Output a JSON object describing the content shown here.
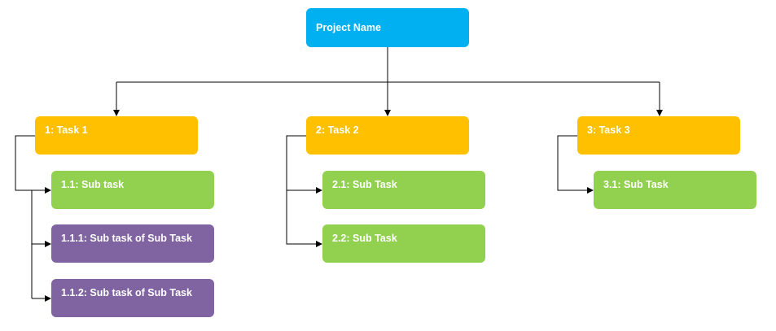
{
  "colors": {
    "root": "#00b0f0",
    "task": "#ffc000",
    "subtask": "#92d050",
    "subsubtask": "#8064a2",
    "connector": "#000000",
    "text": "#ffffff"
  },
  "root": {
    "label": "Project Name"
  },
  "tasks": [
    {
      "label": "1: Task 1",
      "subtasks": [
        {
          "label": "1.1: Sub task"
        },
        {
          "label": "1.1.1: Sub task of Sub Task"
        },
        {
          "label": "1.1.2: Sub task of Sub Task"
        }
      ]
    },
    {
      "label": "2: Task 2",
      "subtasks": [
        {
          "label": "2.1: Sub Task"
        },
        {
          "label": "2.2: Sub Task"
        }
      ]
    },
    {
      "label": "3: Task 3",
      "subtasks": [
        {
          "label": "3.1: Sub Task"
        }
      ]
    }
  ]
}
